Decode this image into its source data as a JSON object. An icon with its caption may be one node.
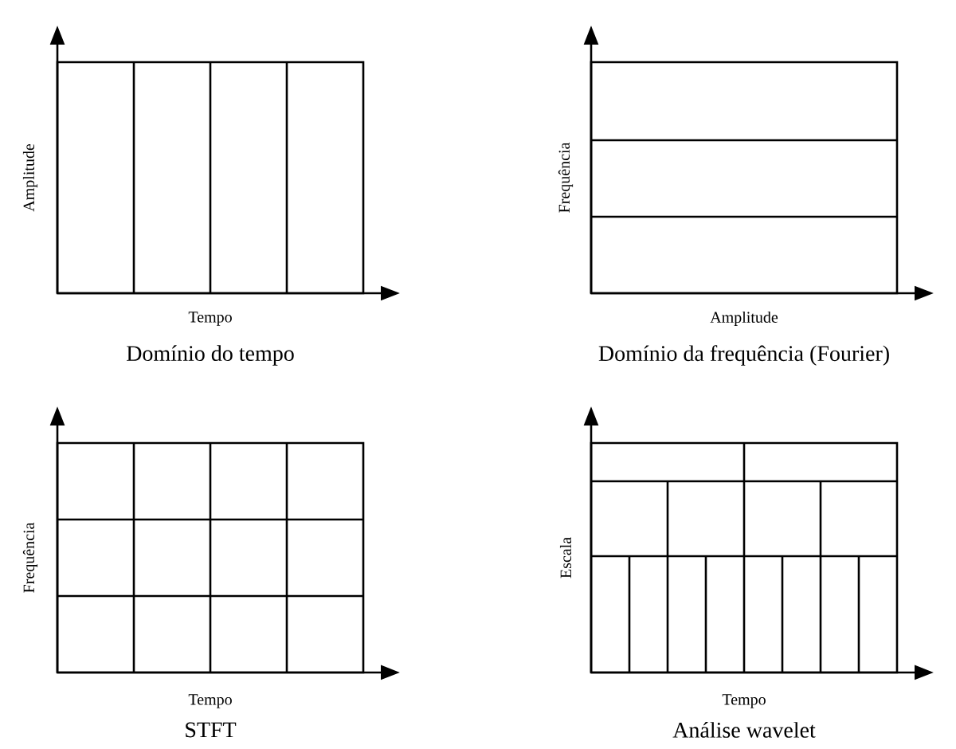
{
  "diagram": {
    "labels": [
      "Amplitude",
      "Tempo",
      "Domínio do tempo",
      "Frequência",
      "Amplitude",
      "Domínio da frequência (Fourier)",
      "Frequência",
      "Tempo",
      "STFT",
      "Escala",
      "Tempo",
      "Análise wavelet"
    ]
  }
}
